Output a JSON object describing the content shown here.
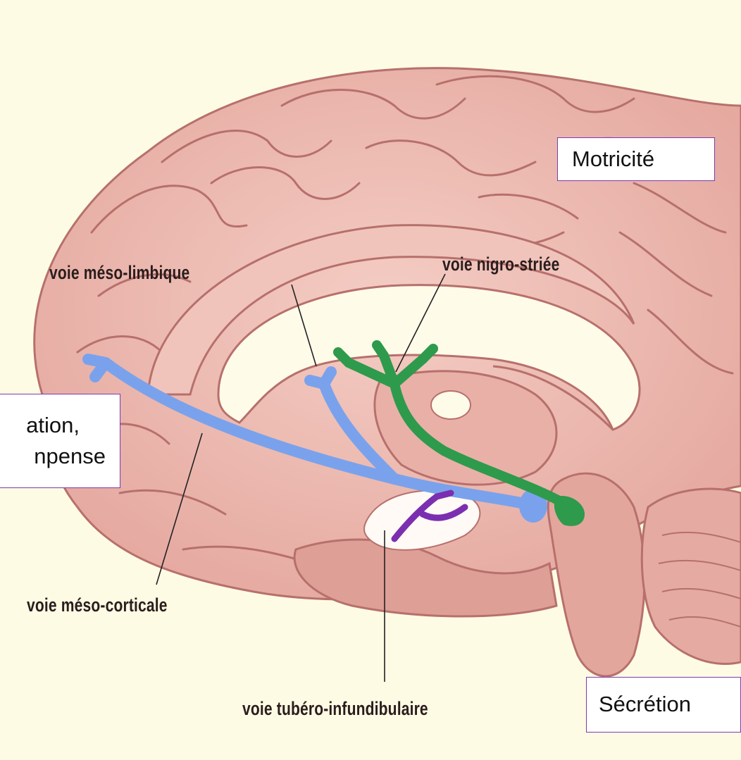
{
  "pathways": {
    "meso_limbique": "voie méso-limbique",
    "nigro_striee": "voie nigro-striée",
    "meso_corticale": "voie méso-corticale",
    "tubero_infundibulaire": "voie tubéro-infundibulaire"
  },
  "functions": {
    "motricite": "Motricité",
    "motivation_line1": "ation,",
    "motivation_line2": "npense",
    "secretion": "Sécrétion"
  },
  "colors": {
    "background": "#fefbe4",
    "brain_tissue": "#eab6ae",
    "gyrus_outline": "#b7706c",
    "meso_pathways": "#7aa2ec",
    "nigro_striatal": "#2e9a4c",
    "tubero_infundibular": "#7b2fb0",
    "box_border": "#7c3ab0"
  },
  "icons": [
    "brain-sagittal-illustration"
  ]
}
